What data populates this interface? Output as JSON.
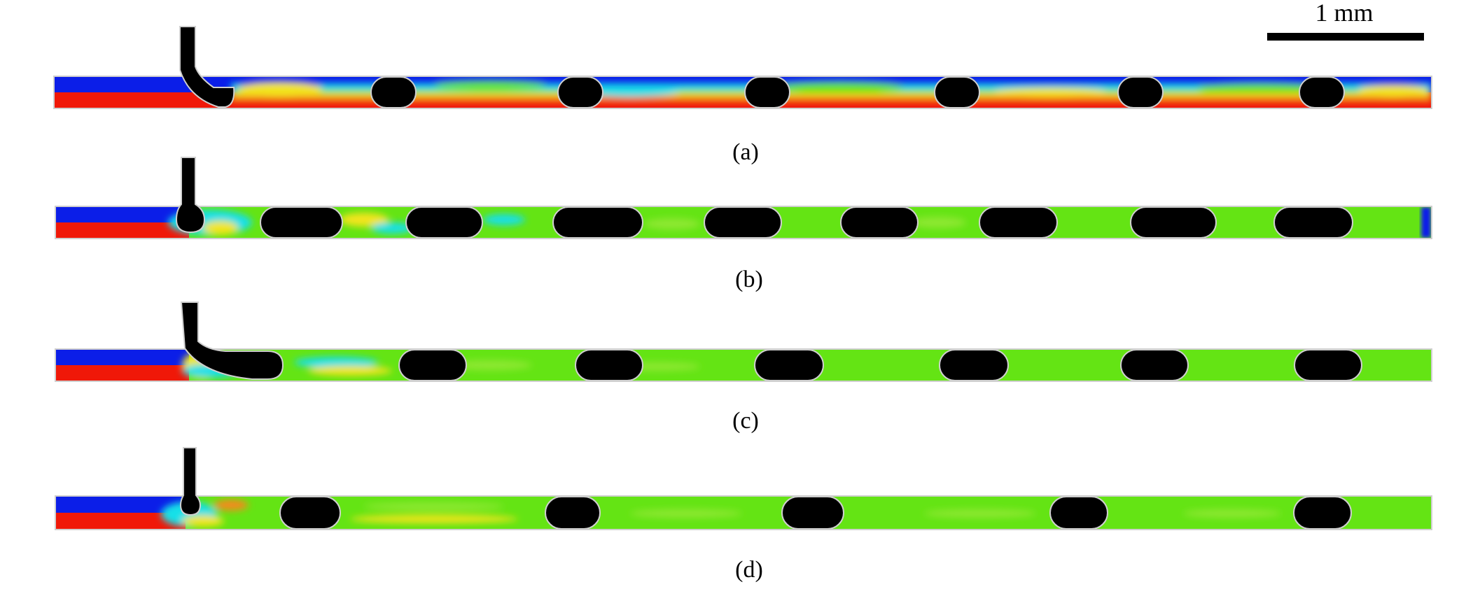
{
  "scale_bar": {
    "label": "1 mm"
  },
  "panels": [
    {
      "label": "(a)"
    },
    {
      "label": "(b)"
    },
    {
      "label": "(c)"
    },
    {
      "label": "(d)"
    }
  ],
  "colors": {
    "blue": "#0b1ee8",
    "cyan": "#19e0e8",
    "green": "#64e414",
    "yellow": "#f2e51c",
    "orange": "#f48a1a",
    "red": "#f01808",
    "slug": "#000000",
    "interface": "#cfcfcf"
  }
}
